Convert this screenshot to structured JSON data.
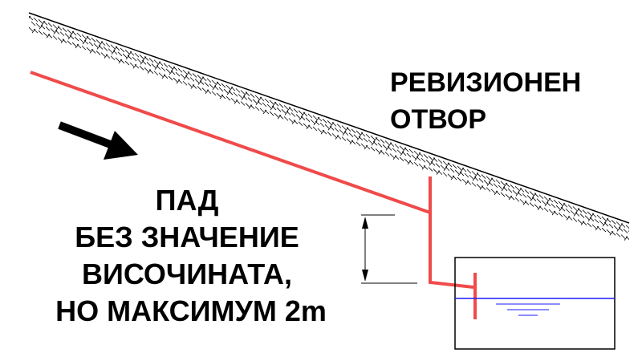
{
  "labels": {
    "inspection_opening": [
      "РЕВИЗИОНЕН",
      "ОТВОР"
    ],
    "slope_note": [
      "ПАД",
      "БЕЗ ЗНАЧЕНИЕ",
      "ВИСОЧИНАТА,",
      "НО МАКСИМУМ 2m"
    ]
  },
  "colors": {
    "pipe": "#f04a4a",
    "water": "#1a1aff",
    "ink": "#000000"
  },
  "icons": {
    "flow_direction": "arrow-right-down-icon"
  }
}
